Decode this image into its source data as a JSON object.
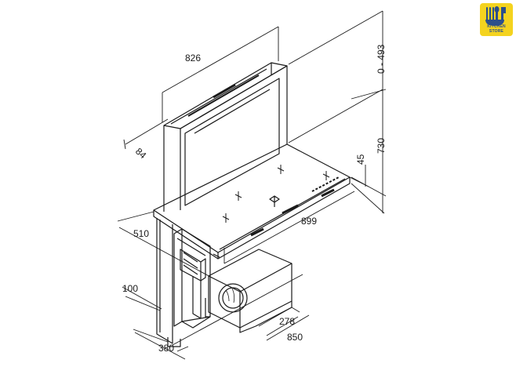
{
  "dimensions": {
    "width_826": "826",
    "depth_84": "84",
    "height_0_493": "0 - 493",
    "height_730": "730",
    "offset_45": "45",
    "depth_510": "510",
    "width_899": "899",
    "base_100": "100",
    "depth_278": "278",
    "width_850": "850",
    "depth_380": "380"
  },
  "logo": {
    "text": "KITCHEN STORE",
    "background": "#f4d31f",
    "accent": "#2c4f8c"
  }
}
